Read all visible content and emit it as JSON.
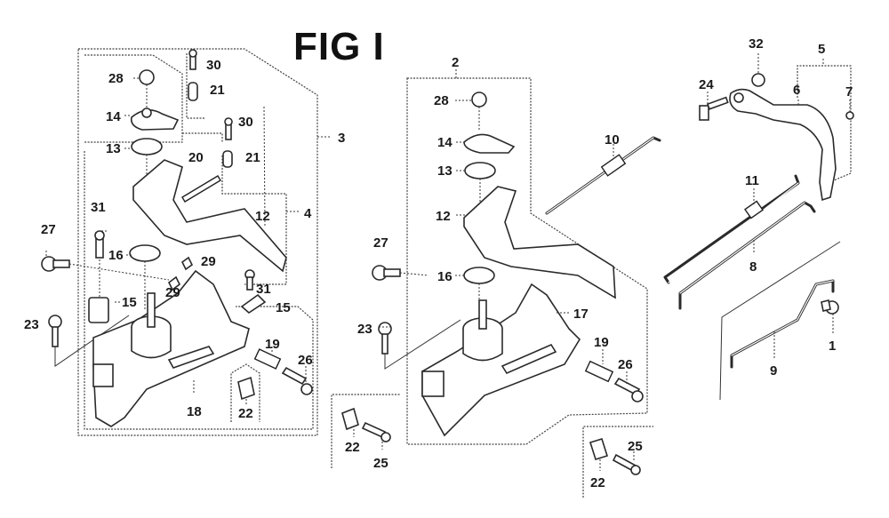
{
  "figure": {
    "title": "FIG I"
  },
  "groups": {
    "left_assembly": {
      "outer_group_label": "3",
      "inner_group_label": "4",
      "labels": {
        "l30a": "30",
        "l21a": "21",
        "l28": "28",
        "l14": "14",
        "l30b": "30",
        "l13": "13",
        "l20": "20",
        "l21b": "21",
        "l3": "3",
        "l4": "4",
        "l12": "12",
        "l31a": "31",
        "l27": "27",
        "l16": "16",
        "l29a": "29",
        "l29b": "29",
        "l31b": "31",
        "l15a": "15",
        "l15b": "15",
        "l23": "23",
        "l19": "19",
        "l26": "26",
        "l18": "18",
        "l22": "22"
      }
    },
    "center_assembly": {
      "group_label": "2",
      "labels": {
        "l2": "2",
        "l28": "28",
        "l14": "14",
        "l13": "13",
        "l12": "12",
        "l10": "10",
        "l27": "27",
        "l16": "16",
        "l17": "17",
        "l23": "23",
        "l19": "19",
        "l26": "26"
      }
    },
    "small_box_left": {
      "labels": {
        "l22": "22",
        "l25": "25"
      }
    },
    "small_box_right": {
      "labels": {
        "l22": "22",
        "l25": "25"
      }
    },
    "right_assembly": {
      "group_label": "5",
      "labels": {
        "l32": "32",
        "l5": "5",
        "l24": "24",
        "l6": "6",
        "l7": "7",
        "l11": "11",
        "l8": "8",
        "l9": "9",
        "l1": "1"
      }
    }
  }
}
